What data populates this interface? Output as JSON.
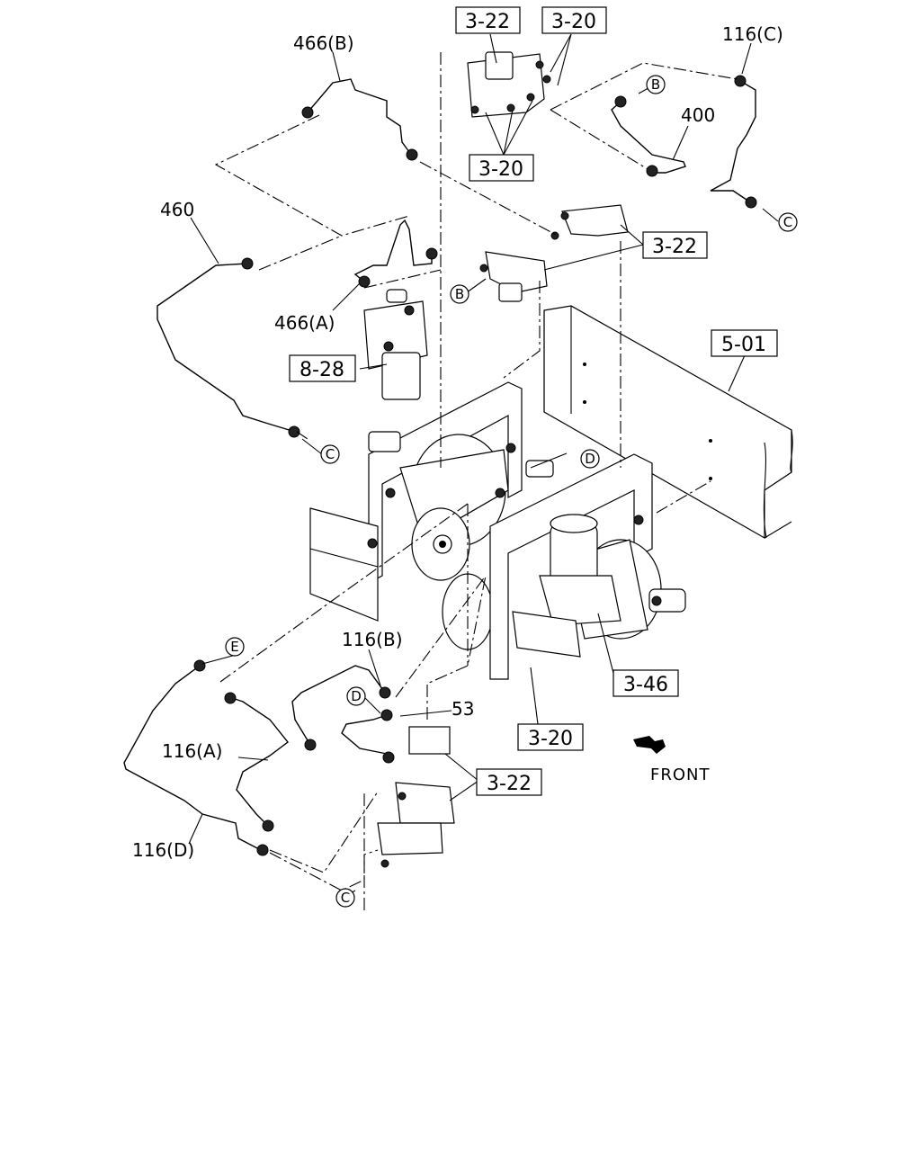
{
  "labels": {
    "l_466b": "466(B)",
    "l_460": "460",
    "l_466a": "466(A)",
    "l_116c": "116(C)",
    "l_400": "400",
    "l_116b": "116(B)",
    "l_53": "53",
    "l_116a": "116(A)",
    "l_116d": "116(D)"
  },
  "boxed": {
    "b_322_top": "3-22",
    "b_320_top": "3-20",
    "b_320_mid": "3-20",
    "b_322_right": "3-22",
    "b_501": "5-01",
    "b_828": "8-28",
    "b_346": "3-46",
    "b_320_low": "3-20",
    "b_322_low": "3-22"
  },
  "refs": {
    "c_b1": "B",
    "c_c1": "C",
    "c_b2": "B",
    "c_c2": "C",
    "c_d1": "D",
    "c_e": "E",
    "c_d2": "D",
    "c_c3": "C"
  },
  "front": "FRONT"
}
